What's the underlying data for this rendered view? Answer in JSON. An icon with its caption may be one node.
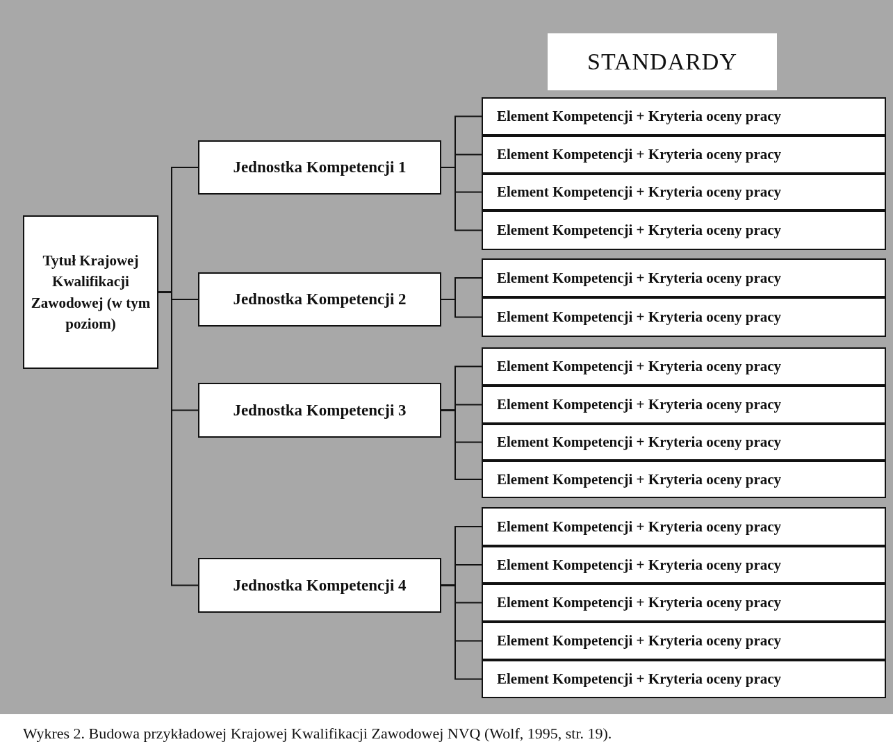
{
  "diagram": {
    "caption": "Wykres 2. Budowa przykładowej Krajowej Kwalifikacji Zawodowej NVQ (Wolf, 1995, str. 19).",
    "nodes": [
      {
        "text": [
          "STANDARDY"
        ]
      },
      {
        "text": [
          "Tytuł Krajowej Kwalifikacji Zawodowej (w tym poziom)"
        ]
      },
      {
        "text": [
          "Jednostka Kompetencji 1"
        ]
      },
      {
        "text": [
          "Jednostka Kompetencji 2"
        ]
      },
      {
        "text": [
          "Jednostka Kompetencji 3"
        ]
      },
      {
        "text": [
          "Jednostka Kompetencji 4"
        ]
      },
      {
        "text": [
          "Element Kompetencji + Kryteria oceny pracy"
        ]
      },
      {
        "text": [
          "Element Kompetencji + Kryteria oceny pracy"
        ]
      },
      {
        "text": [
          "Element Kompetencji + Kryteria oceny pracy"
        ]
      },
      {
        "text": [
          "Element Kompetencji + Kryteria oceny pracy"
        ]
      },
      {
        "text": [
          "Element Kompetencji + Kryteria oceny pracy"
        ]
      },
      {
        "text": [
          "Element Kompetencji + Kryteria oceny pracy"
        ]
      },
      {
        "text": [
          "Element Kompetencji + Kryteria oceny pracy"
        ]
      },
      {
        "text": [
          "Element Kompetencji + Kryteria oceny pracy"
        ]
      },
      {
        "text": [
          "Element Kompetencji + Kryteria oceny pracy"
        ]
      },
      {
        "text": [
          "Element Kompetencji + Kryteria oceny pracy"
        ]
      },
      {
        "text": [
          "Element Kompetencji + Kryteria oceny pracy"
        ]
      },
      {
        "text": [
          "Element Kompetencji + Kryteria oceny pracy"
        ]
      },
      {
        "text": [
          "Element Kompetencji + Kryteria oceny pracy"
        ]
      },
      {
        "text": [
          "Element Kompetencji + Kryteria oceny pracy"
        ]
      },
      {
        "text": [
          "Element Kompetencji + Kryteria oceny pracy"
        ]
      }
    ],
    "edges": [
      {
        "from": 1,
        "to": 2,
        "arrow": "none"
      },
      {
        "from": 1,
        "to": 3,
        "arrow": "none"
      },
      {
        "from": 1,
        "to": 4,
        "arrow": "none"
      },
      {
        "from": 1,
        "to": 5,
        "arrow": "none"
      },
      {
        "from": 2,
        "to": 6,
        "arrow": "none"
      },
      {
        "from": 2,
        "to": 7,
        "arrow": "none"
      },
      {
        "from": 2,
        "to": 8,
        "arrow": "none"
      },
      {
        "from": 2,
        "to": 9,
        "arrow": "none"
      },
      {
        "from": 3,
        "to": 10,
        "arrow": "none"
      },
      {
        "from": 3,
        "to": 11,
        "arrow": "none"
      },
      {
        "from": 4,
        "to": 12,
        "arrow": "none"
      },
      {
        "from": 4,
        "to": 13,
        "arrow": "none"
      },
      {
        "from": 4,
        "to": 14,
        "arrow": "none"
      },
      {
        "from": 4,
        "to": 15,
        "arrow": "none"
      },
      {
        "from": 5,
        "to": 16,
        "arrow": "none"
      },
      {
        "from": 5,
        "to": 17,
        "arrow": "none"
      },
      {
        "from": 5,
        "to": 18,
        "arrow": "none"
      },
      {
        "from": 5,
        "to": 19,
        "arrow": "none"
      },
      {
        "from": 5,
        "to": 20,
        "arrow": "none"
      }
    ]
  }
}
